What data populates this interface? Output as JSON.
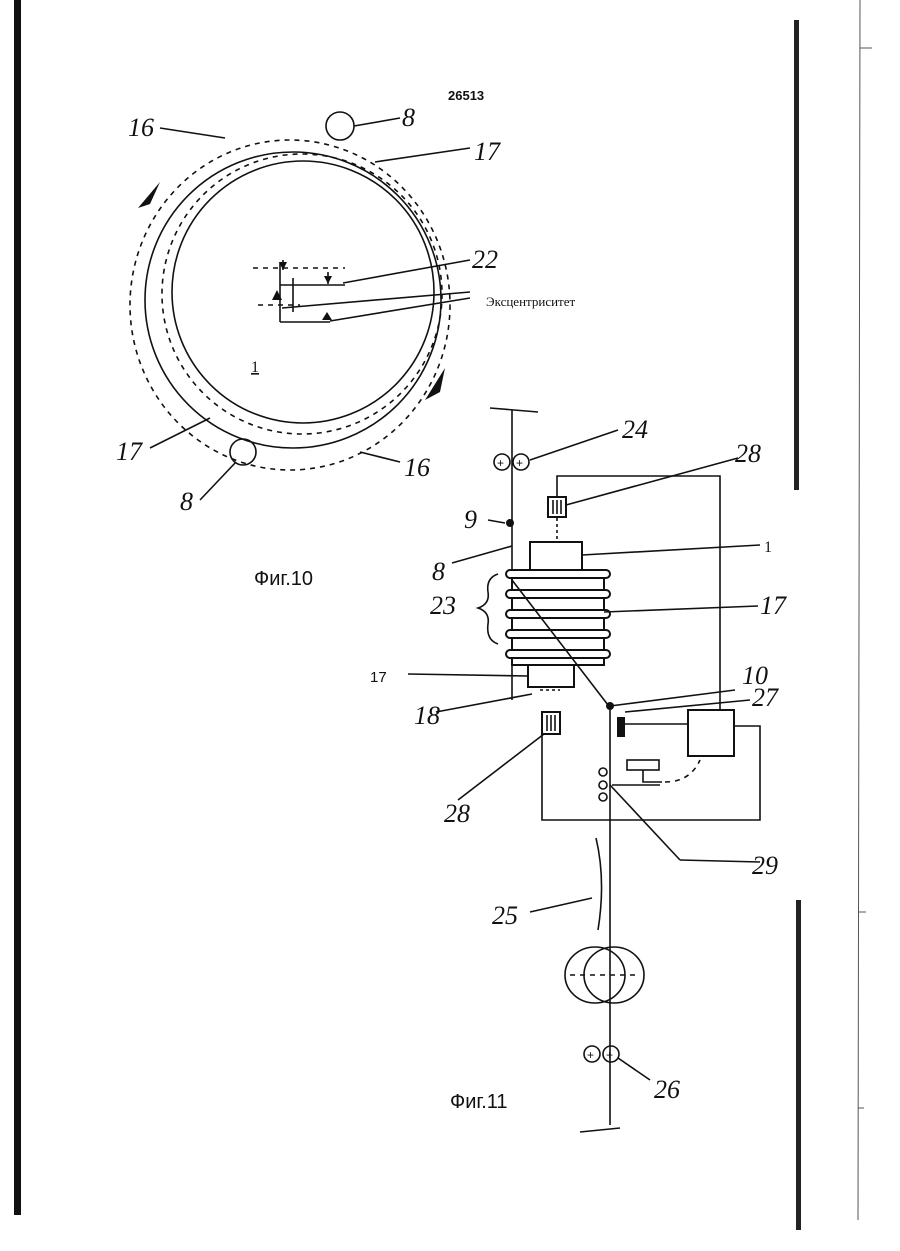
{
  "document": {
    "patent_number": "26513"
  },
  "figure10": {
    "caption": "Фиг.10",
    "annotation": "Эксцентриситет",
    "labels": {
      "l16_top": "16",
      "l8_top": "8",
      "l17_top": "17",
      "l22": "22",
      "l1": "1",
      "l17_bottom": "17",
      "l8_bottom": "8",
      "l16_bottom": "16"
    }
  },
  "figure11": {
    "caption": "Фиг.11",
    "labels": {
      "l24": "24",
      "l28_top": "28",
      "l9": "9",
      "l8": "8",
      "l1": "1",
      "l23": "23",
      "l17_right": "17",
      "l17_left": "17",
      "l10": "10",
      "l27": "27",
      "l18": "18",
      "l28_bottom": "28",
      "l29": "29",
      "l25": "25",
      "l26": "26"
    }
  }
}
